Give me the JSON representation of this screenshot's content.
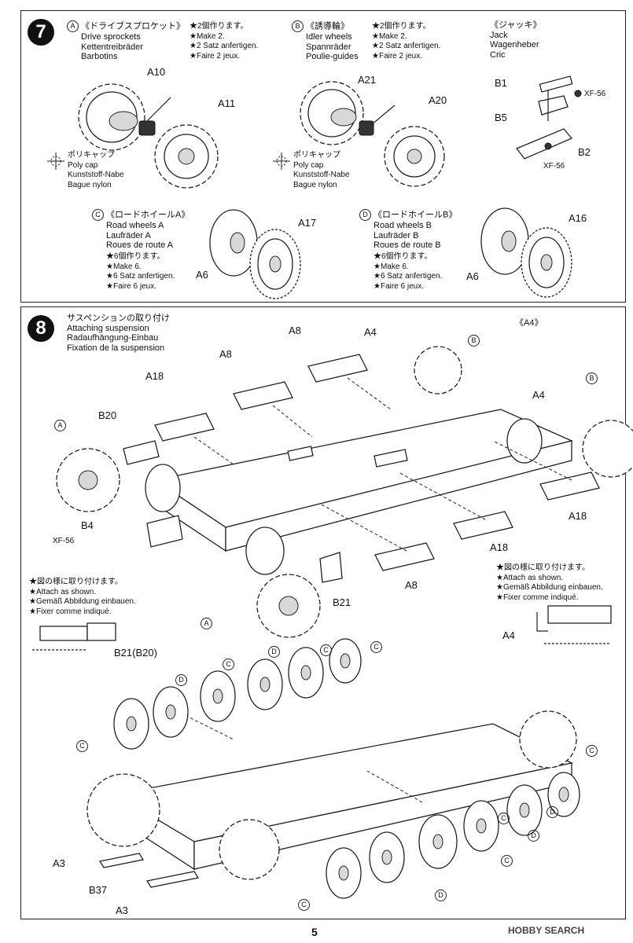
{
  "page_number": "5",
  "watermark": "HOBBY SEARCH",
  "step7": {
    "number": "7",
    "A": {
      "letter": "A",
      "jp": "《ドライブスプロケット》",
      "en": "Drive sprockets",
      "de": "Kettentreibräder",
      "fr": "Barbotins",
      "qty_jp": "★2個作ります。",
      "qty_en": "★Make 2.",
      "qty_de": "★2 Satz anfertigen.",
      "qty_fr": "★Faire 2 jeux.",
      "part1": "A10",
      "part2": "A11"
    },
    "B": {
      "letter": "B",
      "jp": "《誘導輪》",
      "en": "Idler wheels",
      "de": "Spannräder",
      "fr": "Poulie-guides",
      "qty_jp": "★2個作ります。",
      "qty_en": "★Make 2.",
      "qty_de": "★2 Satz anfertigen.",
      "qty_fr": "★Faire 2 jeux.",
      "part1": "A21",
      "part2": "A20"
    },
    "jack": {
      "jp": "《ジャッキ》",
      "en": "Jack",
      "de": "Wagenheber",
      "fr": "Cric",
      "b1": "B1",
      "b5": "B5",
      "b2": "B2",
      "paint1": "XF-56",
      "paint2": "XF-56"
    },
    "polycap": {
      "jp": "ポリキャップ",
      "en": "Poly cap",
      "de": "Kunststoff-Nabe",
      "fr": "Bague nylon"
    },
    "C": {
      "letter": "C",
      "jp": "《ロードホイールA》",
      "en": "Road wheels A",
      "de": "Laufräder A",
      "fr": "Roues de route A",
      "qty_jp": "★6個作ります。",
      "qty_en": "★Make 6.",
      "qty_de": "★6 Satz anfertigen.",
      "qty_fr": "★Faire 6 jeux.",
      "part1": "A6",
      "part2": "A17"
    },
    "D": {
      "letter": "D",
      "jp": "《ロードホイールB》",
      "en": "Road wheels B",
      "de": "Laufräder B",
      "fr": "Roues de route B",
      "qty_jp": "★6個作ります。",
      "qty_en": "★Make 6.",
      "qty_de": "★6 Satz anfertigen.",
      "qty_fr": "★Faire 6 jeux.",
      "part1": "A6",
      "part2": "A16"
    }
  },
  "step8": {
    "number": "8",
    "title_jp": "サスペンションの取り付け",
    "title_en": "Attaching suspension",
    "title_de": "Radaufhängung-Einbau",
    "title_fr": "Fixation de la suspension",
    "a4_ref": "《A4》",
    "labels": {
      "a8_1": "A8",
      "a8_2": "A8",
      "a4_top": "A4",
      "a18_left": "A18",
      "b20": "B20",
      "a4_right": "A4",
      "a18_right": "A18",
      "a18_mid": "A18",
      "b4": "B4",
      "xf56": "XF-56",
      "a8_bottom": "A8",
      "b21": "B21",
      "a3_1": "A3",
      "b37": "B37",
      "a3_2": "A3",
      "b21_b20": "B21(B20)",
      "a4_detail": "A4"
    },
    "letters": {
      "A_left": "A",
      "A_bottom": "A",
      "B_top": "B",
      "B_right": "B"
    },
    "note_left": {
      "jp": "★図の様に取り付けます。",
      "en": "★Attach as shown.",
      "de": "★Gemäß Abbildung einbauen.",
      "fr": "★Fixer comme indiqué."
    },
    "note_right": {
      "jp": "★図の様に取り付けます。",
      "en": "★Attach as shown.",
      "de": "★Gemäß Abbildung einbauen.",
      "fr": "★Fixer comme indiqué."
    },
    "wheel_letters_top": [
      "C",
      "D",
      "C",
      "D",
      "C",
      "C"
    ],
    "wheel_letters_bottom": [
      "C",
      "D",
      "C",
      "D",
      "C",
      "D",
      "C"
    ]
  }
}
